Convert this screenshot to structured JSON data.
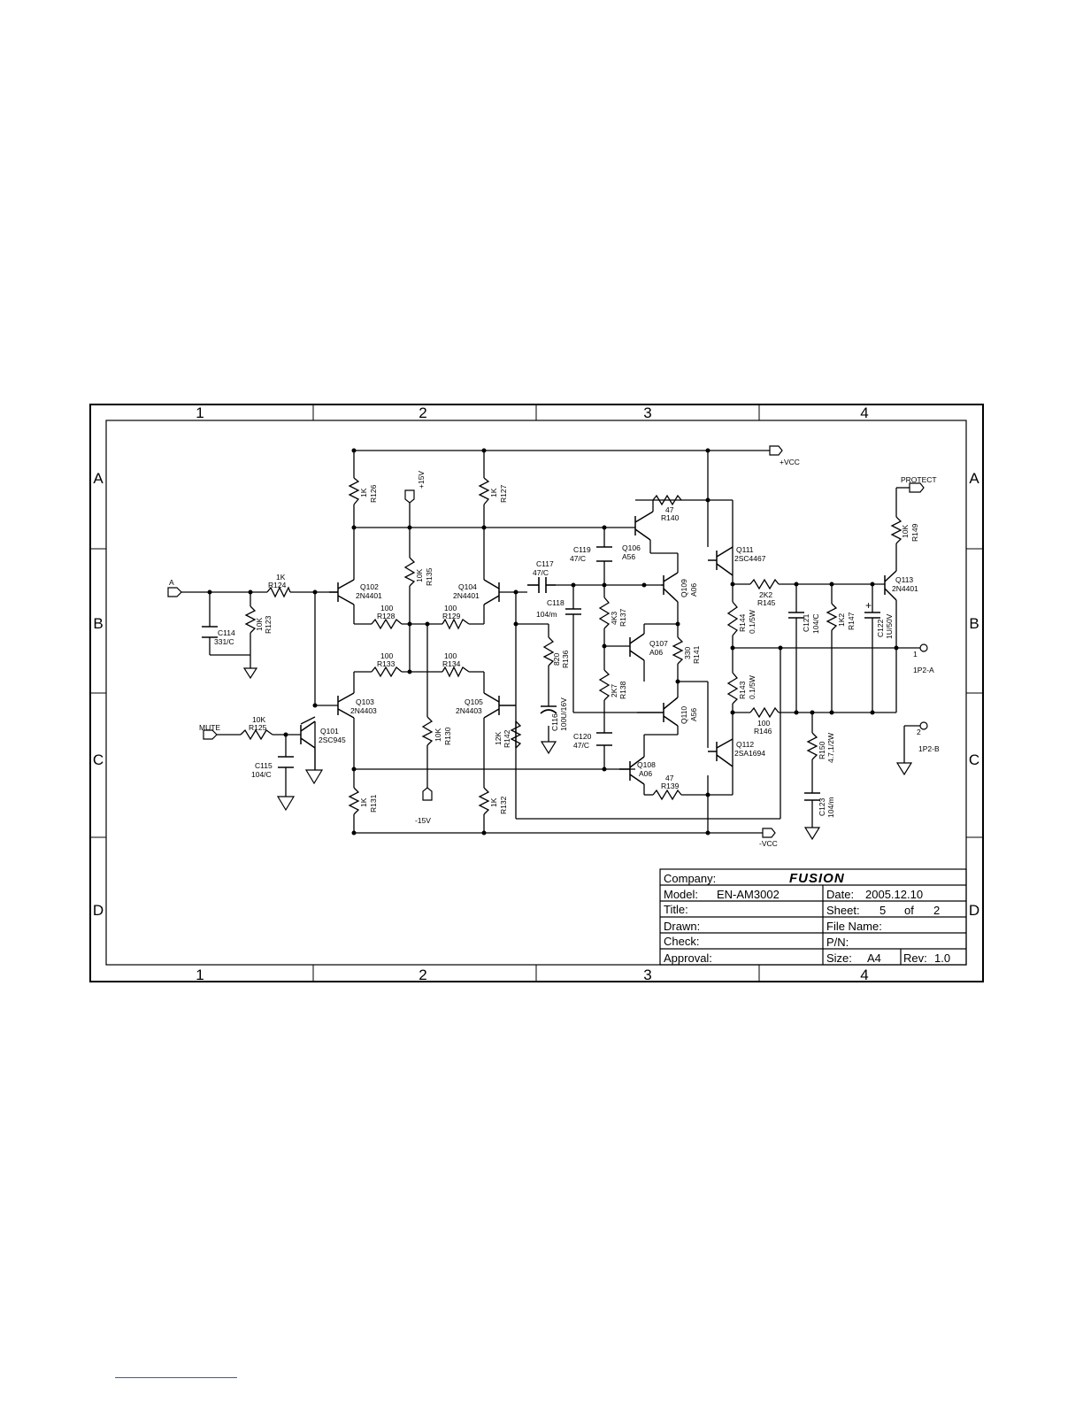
{
  "zones": {
    "columns": [
      "1",
      "2",
      "3",
      "4"
    ],
    "rows": [
      "A",
      "B",
      "C",
      "D"
    ]
  },
  "labels": {
    "R126": {
      "value": "1K",
      "ref": "R126"
    },
    "R127": {
      "value": "1K",
      "ref": "R127"
    },
    "R135": {
      "value": "10K",
      "ref": "R135"
    },
    "R124": {
      "value": "1K",
      "ref": "R124"
    },
    "R123": {
      "value": "10K",
      "ref": "R123"
    },
    "C114": {
      "ref": "C114",
      "value": "331/C"
    },
    "R128": {
      "value": "100",
      "ref": "R128"
    },
    "R129": {
      "value": "100",
      "ref": "R129"
    },
    "R133": {
      "value": "100",
      "ref": "R133"
    },
    "R134": {
      "value": "100",
      "ref": "R134"
    },
    "R125": {
      "value": "10K",
      "ref": "R125"
    },
    "C115": {
      "ref": "C115",
      "value": "104/C"
    },
    "R130": {
      "value": "10K",
      "ref": "R130"
    },
    "R131": {
      "value": "1K",
      "ref": "R131"
    },
    "R132": {
      "value": "1K",
      "ref": "R132"
    },
    "R142": {
      "value": "12K",
      "ref": "R142"
    },
    "C117": {
      "ref": "C117",
      "value": "47/C"
    },
    "C118": {
      "ref": "C118",
      "value": "104/m"
    },
    "R136": {
      "value": "820",
      "ref": "R136"
    },
    "C116": {
      "ref": "C116",
      "value": "100U/16V"
    },
    "C119": {
      "ref": "C119",
      "value": "47/C"
    },
    "C120": {
      "ref": "C120",
      "value": "47/C"
    },
    "R137": {
      "value": "4K3",
      "ref": "R137"
    },
    "R138": {
      "value": "2K7",
      "ref": "R138"
    },
    "R140": {
      "value": "47",
      "ref": "R140"
    },
    "R139": {
      "value": "47",
      "ref": "R139"
    },
    "R141": {
      "value": "330",
      "ref": "R141"
    },
    "R144": {
      "ref": "R144",
      "value": "0.1/5W"
    },
    "R143": {
      "ref": "R143",
      "value": "0.1/5W"
    },
    "R145": {
      "value": "2K2",
      "ref": "R145"
    },
    "R146": {
      "value": "100",
      "ref": "R146"
    },
    "C121": {
      "ref": "C121",
      "value": "104/C"
    },
    "R147": {
      "value": "1K2",
      "ref": "R147"
    },
    "C122": {
      "ref": "C122",
      "value": "1U/50V"
    },
    "R149": {
      "value": "10K",
      "ref": "R149"
    },
    "R150": {
      "ref": "R150",
      "value": "4.7,1/2W"
    },
    "C123": {
      "ref": "C123",
      "value": "104/m"
    },
    "Q101": {
      "ref": "Q101",
      "part": "2SC945"
    },
    "Q102": {
      "ref": "Q102",
      "part": "2N4401"
    },
    "Q103": {
      "ref": "Q103",
      "part": "2N4403"
    },
    "Q104": {
      "ref": "Q104",
      "part": "2N4401"
    },
    "Q105": {
      "ref": "Q105",
      "part": "2N4403"
    },
    "Q106": {
      "ref": "Q106",
      "part": "A56"
    },
    "Q107": {
      "ref": "Q107",
      "part": "A06"
    },
    "Q108": {
      "ref": "Q108",
      "part": "A06"
    },
    "Q109": {
      "ref": "Q109",
      "part": "A06"
    },
    "Q110": {
      "ref": "Q110",
      "part": "A56"
    },
    "Q111": {
      "ref": "Q111",
      "part": "2SC4467"
    },
    "Q112": {
      "ref": "Q112",
      "part": "2SA1694"
    },
    "Q113": {
      "ref": "Q113",
      "part": "2N4401"
    },
    "plus_15v": "+15V",
    "minus_15v": "-15V",
    "plus_vcc": "+VCC",
    "minus_vcc": "-VCC",
    "input_a": "A",
    "mute": "MUTE",
    "protect": "PROTECT",
    "pin1": "1",
    "pin2": "2",
    "out_a": "1P2-A",
    "out_b": "1P2-B"
  },
  "title_block": {
    "company_label": "Company:",
    "company_logo": "FUSION",
    "model_label": "Model:",
    "model_value": "EN-AM3002",
    "date_label": "Date:",
    "date_value": "2005.12.10",
    "title_label": "Title:",
    "sheet_label": "Sheet:",
    "sheet_value": "5",
    "sheet_of": "of",
    "sheet_total": "2",
    "drawn_label": "Drawn:",
    "file_label": "File Name:",
    "check_label": "Check:",
    "pn_label": "P/N:",
    "approval_label": "Approval:",
    "size_label": "Size:",
    "size_value": "A4",
    "rev_label": "Rev:",
    "rev_value": "1.0"
  }
}
